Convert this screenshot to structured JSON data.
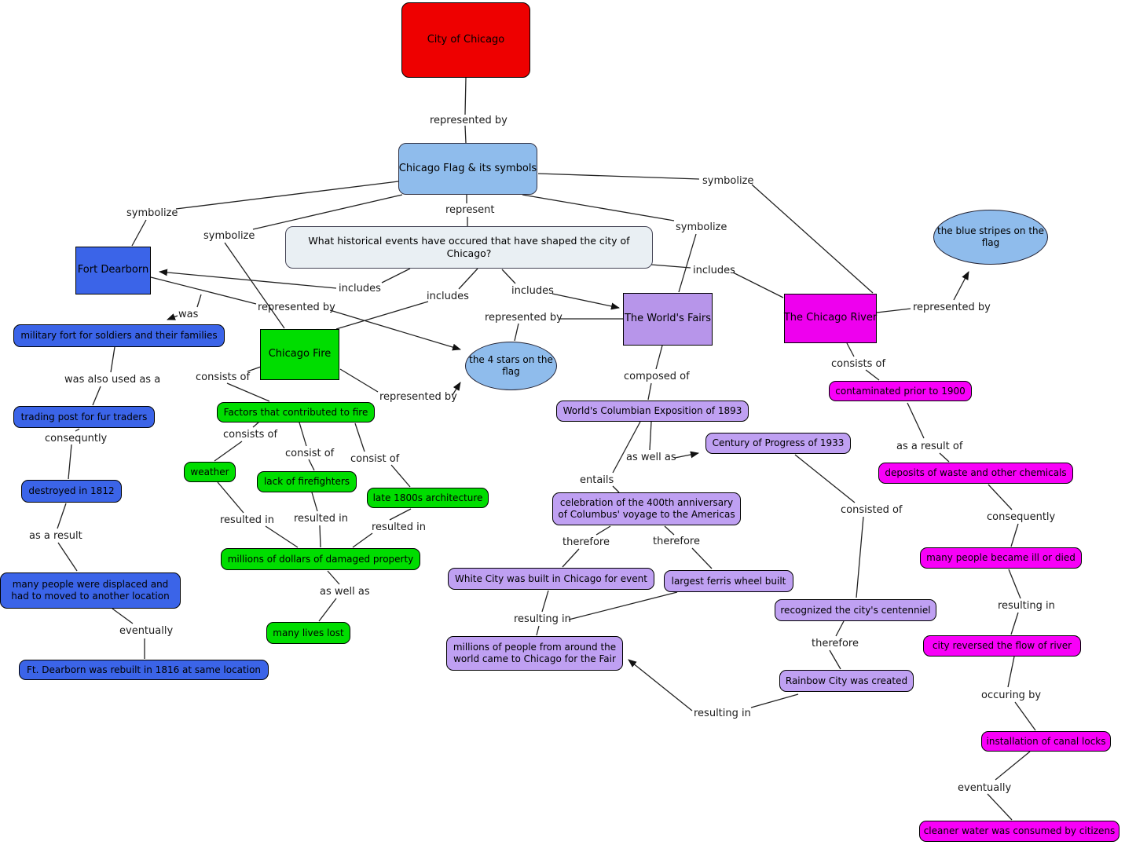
{
  "title": "City of Chicago concept map",
  "colors": {
    "root_red": "#ee0000",
    "flag_blue": "#8fbcec",
    "question_bg": "#e9eff3",
    "fort_blue": "#3b64e8",
    "fire_green": "#00dd00",
    "fairs_purple": "#b795ea",
    "fairs_purple_child": "#bfa0f2",
    "river_magenta": "#ee00ee",
    "ellipse_blue": "#8fbcec",
    "line_color": "#222222"
  },
  "nodes": {
    "city": "City of Chicago",
    "flag": "Chicago Flag & its symbols",
    "question": "What historical events have occured that have shaped the city of Chicago?",
    "fort_dearborn": "Fort Dearborn",
    "chicago_fire": "Chicago Fire",
    "worlds_fairs": "The World's Fairs",
    "chicago_river": "The Chicago River",
    "four_stars": "the 4 stars on the flag",
    "blue_stripes": "the blue stripes on the flag",
    "military_fort": "military fort for soldiers and their families",
    "trading_post": "trading post for fur traders",
    "destroyed_1812": "destroyed in 1812",
    "many_displaced": "many people were displaced and had to moved to another location",
    "ft_rebuilt": "Ft. Dearborn was rebuilt in 1816 at same location",
    "factors": "Factors that contributed to fire",
    "weather": "weather",
    "lack_firefighters": "lack of firefighters",
    "late_architecture": "late 1800s architecture",
    "millions_damage": "millions of dollars of damaged property",
    "many_lives_lost": "many lives lost",
    "wce_1893": "World's Columbian Exposition of 1893",
    "century_1933": "Century of Progress of 1933",
    "celebration_400th": "celebration of the 400th anniversary of Columbus' voyage to the Americas",
    "white_city": "White City was built in Chicago for event",
    "ferris_wheel": "largest ferris wheel built",
    "millions_people": "millions of people from around the world came to Chicago for the Fair",
    "recognized_centenniel": "recognized the city's centenniel",
    "rainbow_city": "Rainbow City was created",
    "contaminated": "contaminated prior to 1900",
    "deposits_waste": "deposits of waste and other chemicals",
    "many_ill": "many people became ill or died",
    "city_reversed": "city reversed the flow of river",
    "canal_locks": "installation of canal locks",
    "cleaner_water": "cleaner water was consumed by citizens"
  },
  "edge_labels": {
    "represented_by_flag": "represented by",
    "represent": "represent",
    "symbolize_fort": "symbolize",
    "symbolize_fire": "symbolize",
    "symbolize_fairs": "symbolize",
    "symbolize_river": "symbolize",
    "includes_fort": "includes",
    "includes_fire": "includes",
    "includes_fairs": "includes",
    "includes_river": "includes",
    "represented_by_fort": "represented by",
    "represented_by_fire": "represented by",
    "represented_by_fairs": "represented by",
    "represented_by_river": "represented by",
    "was": "was",
    "was_also_used_as_a": "was also used as a",
    "consequntly": "consequntly",
    "as_a_result": "as a result",
    "eventually_fort": "eventually",
    "consists_of_fire": "consists of",
    "consists_of_weather": "consists of",
    "consist_of_lack": "consist of",
    "consist_of_late": "consist of",
    "resulted_in_weather": "resulted in",
    "resulted_in_lack": "resulted in",
    "resulted_in_late": "resulted in",
    "as_well_as_lives": "as well as",
    "composed_of": "composed of",
    "as_well_as_century": "as well as",
    "entails": "entails",
    "therefore_white_city": "therefore",
    "therefore_ferris": "therefore",
    "resulting_in_fair": "resulting in",
    "resulting_in_rainbow": "resulting in",
    "consisted_of": "consisted of",
    "therefore_rainbow": "therefore",
    "consists_of_river": "consists of",
    "as_a_result_of": "as a result of",
    "consequently_river": "consequently",
    "resulting_in_river": "resulting in",
    "occuring_by": "occuring by",
    "eventually_river": "eventually"
  }
}
